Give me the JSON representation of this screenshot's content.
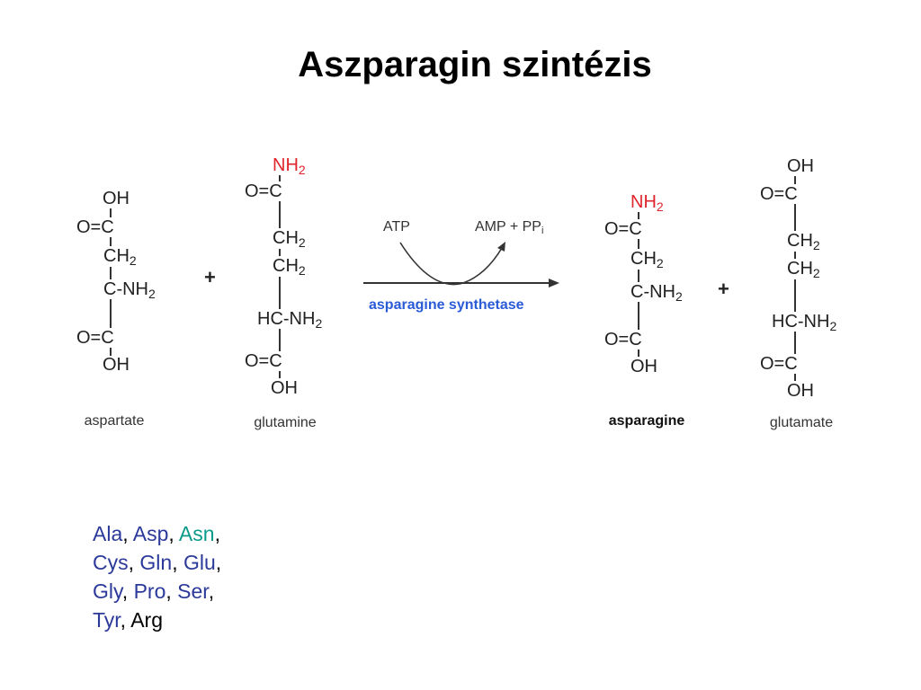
{
  "title": "Aszparagin szintézis",
  "molecules": {
    "aspartate": {
      "top": "OH",
      "carbonyl": "O=C",
      "ch2": "CH",
      "calpha": "C-NH",
      "carbonyl2": "O=C",
      "bottom": "OH",
      "name": "aspartate"
    },
    "glutamine": {
      "amide": "NH",
      "carbonyl": "O=C",
      "ch2a": "CH",
      "ch2b": "CH",
      "calpha": "HC-NH",
      "carbonyl2": "O=C",
      "bottom": "OH",
      "name": "glutamine"
    },
    "asparagine": {
      "amide": "NH",
      "carbonyl": "O=C",
      "ch2": "CH",
      "calpha": "C-NH",
      "carbonyl2": "O=C",
      "bottom": "OH",
      "name": "asparagine"
    },
    "glutamate": {
      "top": "OH",
      "carbonyl": "O=C",
      "ch2a": "CH",
      "ch2b": "CH",
      "calpha": "HC-NH",
      "carbonyl2": "O=C",
      "bottom": "OH",
      "name": "glutamate"
    }
  },
  "subscript_2": "2",
  "subscript_i": "i",
  "plus": "+",
  "reaction": {
    "atp": "ATP",
    "amp": "AMP + PP",
    "enzyme": "asparagine synthetase"
  },
  "amino_acids": [
    {
      "label": "Ala",
      "style": "normal"
    },
    {
      "label": "Asp",
      "style": "normal"
    },
    {
      "label": "Asn",
      "style": "highlight"
    },
    {
      "label": "Cys",
      "style": "normal"
    },
    {
      "label": "Gln",
      "style": "normal"
    },
    {
      "label": "Glu",
      "style": "normal"
    },
    {
      "label": "Gly",
      "style": "normal"
    },
    {
      "label": "Pro",
      "style": "normal"
    },
    {
      "label": "Ser",
      "style": "normal"
    },
    {
      "label": "Tyr",
      "style": "normal"
    },
    {
      "label": "Arg",
      "style": "plain"
    }
  ],
  "separator": ", ",
  "colors": {
    "amide_red": "#e0242b",
    "enzyme_blue": "#2a5bd7",
    "aa_blue": "#2b3a9a",
    "aa_highlight": "#0a9a8a"
  }
}
